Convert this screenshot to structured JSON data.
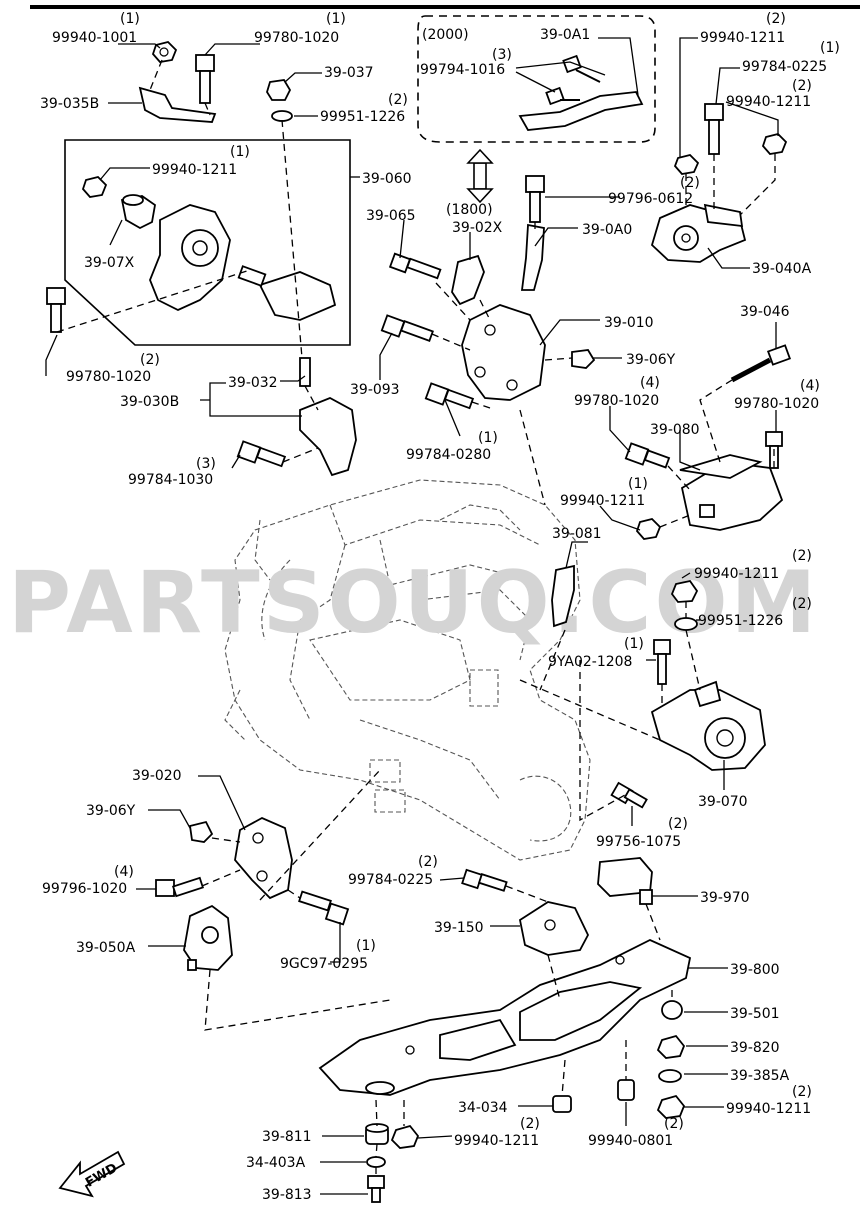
{
  "watermark": "PARTSOUQ.COM",
  "groups": {
    "year_2000": "(2000)",
    "year_1800": "(1800)"
  },
  "fwd_label": "FWD",
  "callouts": [
    {
      "id": "p99940-1001",
      "part": "99940-1001",
      "qty": "(1)"
    },
    {
      "id": "p99780-1020-a",
      "part": "99780-1020",
      "qty": "(1)"
    },
    {
      "id": "p39-037",
      "part": "39-037",
      "qty": ""
    },
    {
      "id": "p99951-1226-a",
      "part": "99951-1226",
      "qty": "(2)"
    },
    {
      "id": "p39-035b",
      "part": "39-035B",
      "qty": ""
    },
    {
      "id": "p39-0a1",
      "part": "39-0A1",
      "qty": ""
    },
    {
      "id": "p99794-1016",
      "part": "99794-1016",
      "qty": "(3)"
    },
    {
      "id": "p99940-1211-a",
      "part": "99940-1211",
      "qty": "(2)"
    },
    {
      "id": "p99784-0225-a",
      "part": "99784-0225",
      "qty": "(1)"
    },
    {
      "id": "p99940-1211-b",
      "part": "99940-1211",
      "qty": "(2)"
    },
    {
      "id": "p39-060",
      "part": "39-060",
      "qty": ""
    },
    {
      "id": "p99940-1211-c",
      "part": "99940-1211",
      "qty": "(1)"
    },
    {
      "id": "p39-07x",
      "part": "39-07X",
      "qty": ""
    },
    {
      "id": "p99796-0612",
      "part": "99796-0612",
      "qty": "(2)"
    },
    {
      "id": "p39-065",
      "part": "39-065",
      "qty": ""
    },
    {
      "id": "p39-02x",
      "part": "39-02X",
      "qty": ""
    },
    {
      "id": "p39-0a0",
      "part": "39-0A0",
      "qty": ""
    },
    {
      "id": "p39-040a",
      "part": "39-040A",
      "qty": ""
    },
    {
      "id": "p99780-1020-b",
      "part": "99780-1020",
      "qty": "(2)"
    },
    {
      "id": "p39-010",
      "part": "39-010",
      "qty": ""
    },
    {
      "id": "p39-046",
      "part": "39-046",
      "qty": ""
    },
    {
      "id": "p39-032",
      "part": "39-032",
      "qty": ""
    },
    {
      "id": "p39-06y-a",
      "part": "39-06Y",
      "qty": ""
    },
    {
      "id": "p39-030b",
      "part": "39-030B",
      "qty": ""
    },
    {
      "id": "p39-093",
      "part": "39-093",
      "qty": ""
    },
    {
      "id": "p99780-1020-c",
      "part": "99780-1020",
      "qty": "(4)"
    },
    {
      "id": "p99780-1020-d",
      "part": "99780-1020",
      "qty": "(4)"
    },
    {
      "id": "p99784-0280",
      "part": "99784-0280",
      "qty": "(1)"
    },
    {
      "id": "p39-080",
      "part": "39-080",
      "qty": ""
    },
    {
      "id": "p99784-1030",
      "part": "99784-1030",
      "qty": "(3)"
    },
    {
      "id": "p99940-1211-d",
      "part": "99940-1211",
      "qty": "(1)"
    },
    {
      "id": "p39-081",
      "part": "39-081",
      "qty": ""
    },
    {
      "id": "p99940-1211-e",
      "part": "99940-1211",
      "qty": "(2)"
    },
    {
      "id": "p99951-1226-b",
      "part": "99951-1226",
      "qty": "(2)"
    },
    {
      "id": "p9ya02-1208",
      "part": "9YA02-1208",
      "qty": "(1)"
    },
    {
      "id": "p39-020",
      "part": "39-020",
      "qty": ""
    },
    {
      "id": "p39-06y-b",
      "part": "39-06Y",
      "qty": ""
    },
    {
      "id": "p39-070",
      "part": "39-070",
      "qty": ""
    },
    {
      "id": "p99756-1075",
      "part": "99756-1075",
      "qty": "(2)"
    },
    {
      "id": "p99796-1020",
      "part": "99796-1020",
      "qty": "(4)"
    },
    {
      "id": "p99784-0225-b",
      "part": "99784-0225",
      "qty": "(2)"
    },
    {
      "id": "p39-970",
      "part": "39-970",
      "qty": ""
    },
    {
      "id": "p39-150",
      "part": "39-150",
      "qty": ""
    },
    {
      "id": "p39-050a",
      "part": "39-050A",
      "qty": ""
    },
    {
      "id": "p9gc97-0295",
      "part": "9GC97-0295",
      "qty": "(1)"
    },
    {
      "id": "p39-800",
      "part": "39-800",
      "qty": ""
    },
    {
      "id": "p39-501",
      "part": "39-501",
      "qty": ""
    },
    {
      "id": "p39-820",
      "part": "39-820",
      "qty": ""
    },
    {
      "id": "p39-385a",
      "part": "39-385A",
      "qty": ""
    },
    {
      "id": "p34-034",
      "part": "34-034",
      "qty": ""
    },
    {
      "id": "p99940-1211-f",
      "part": "99940-1211",
      "qty": "(2)"
    },
    {
      "id": "p99940-0801",
      "part": "99940-0801",
      "qty": "(2)"
    },
    {
      "id": "p39-811",
      "part": "39-811",
      "qty": ""
    },
    {
      "id": "p99940-1211-g",
      "part": "99940-1211",
      "qty": "(2)"
    },
    {
      "id": "p34-403a",
      "part": "34-403A",
      "qty": ""
    },
    {
      "id": "p39-813",
      "part": "39-813",
      "qty": ""
    }
  ]
}
